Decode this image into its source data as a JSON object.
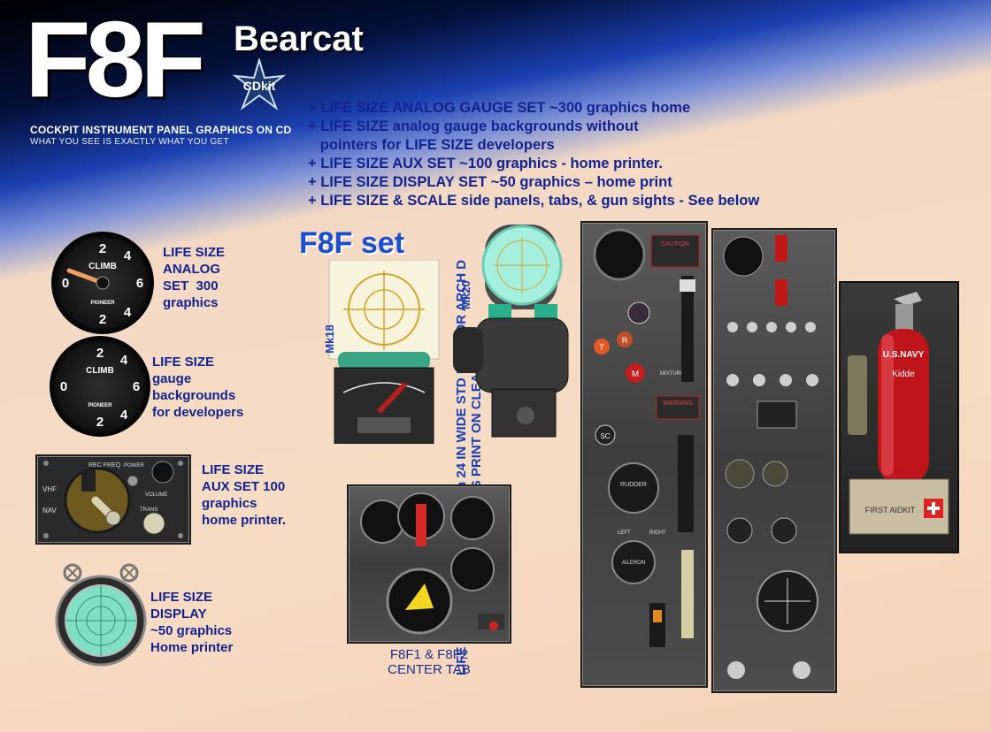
{
  "header": {
    "logo": "F8F",
    "name": "Bearcat",
    "badge": "CDkit",
    "subtitle1": "COCKPIT INSTRUMENT PANEL GRAPHICS ON CD",
    "subtitle2": "WHAT YOU SEE IS EXACTLY WHAT YOU GET"
  },
  "bullets": [
    "+ LIFE SIZE ANALOG GAUGE SET ~300 graphics home",
    "+ LIFE SIZE analog gauge backgrounds without",
    "   pointers for LIFE SIZE developers",
    "+ LIFE SIZE AUX SET ~100 graphics - home printer.",
    "+ LIFE SIZE DISPLAY SET ~50 graphics – home print",
    "+ LIFE SIZE & SCALE side panels, tabs, & gun sights - See below"
  ],
  "labels": {
    "analog": [
      "LIFE SIZE",
      "ANALOG",
      "SET  300",
      "graphics"
    ],
    "backgrounds": [
      "LIFE SIZE",
      "gauge",
      "backgrounds",
      "for developers"
    ],
    "aux": [
      "LIFE SIZE",
      "AUX SET 100",
      "graphics",
      "home printer."
    ],
    "display": [
      "LIFE SIZE",
      "DISPLAY",
      "~50 graphics",
      "Home printer"
    ]
  },
  "gauge": {
    "title": "CLIMB",
    "numbers": [
      "2",
      "4",
      "6",
      "0",
      "4",
      "2"
    ],
    "maker": "PIONEER"
  },
  "aux_panel": {
    "title": "REC FREQ",
    "side": [
      "VHF",
      "NAV"
    ],
    "power": "POWER",
    "volume": "VOLUME",
    "trans": "TRANS"
  },
  "center": {
    "set_title": "F8F set",
    "mk18": "Mk18",
    "mk20": "Mk20",
    "vertical_line1": "LIFE SIZE  24 x 33 IN, PRINT on  24 IN WIDE STD ROLL OR ARCH D",
    "vertical_line2": "CROP SIGHTS PRINT ON CLEAR",
    "caption_line1": "F8F1 & F8F2",
    "caption_line2": "CENTER TAB"
  },
  "side_panel": {
    "caution": "CAUTION",
    "warning": "WARNING",
    "rudder": "RUDDER",
    "aileron": "AILERON",
    "left": "LEFT",
    "right": "RIGHT",
    "mixture": "MIXTURE",
    "sc": "SC",
    "t": "T",
    "r": "R",
    "m": "M"
  },
  "extinguisher": {
    "brand": "U.S.NAVY",
    "maker": "Kidde",
    "kit": "FIRST AIDKIT"
  },
  "colors": {
    "label_blue": "#13238f",
    "title_blue": "#1a4fd0",
    "extinguisher_red": "#c0141b"
  }
}
